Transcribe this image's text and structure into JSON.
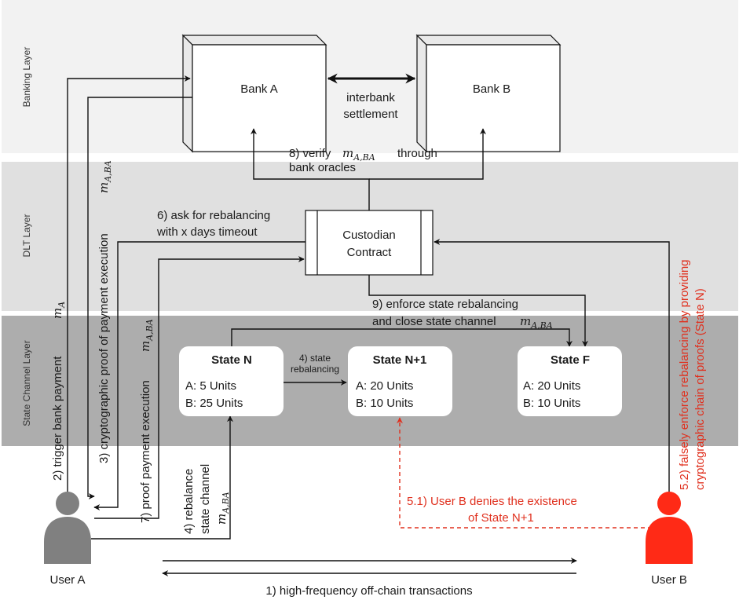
{
  "layers": {
    "banking": "Banking Layer",
    "dlt": "DLT Layer",
    "state_channel": "State Channel Layer"
  },
  "nodes": {
    "bank_a": "Bank A",
    "bank_b": "Bank B",
    "custodian_line1": "Custodian",
    "custodian_line2": "Contract",
    "user_a": "User A",
    "user_b": "User B"
  },
  "states": {
    "n": {
      "title": "State N",
      "a": "A: 5 Units",
      "b": "B: 25 Units"
    },
    "n1": {
      "title": "State N+1",
      "a": "A: 20 Units",
      "b": "B: 10 Units"
    },
    "f": {
      "title": "State F",
      "a": "A: 20 Units",
      "b": "B: 10 Units"
    }
  },
  "labels": {
    "interbank_line1": "interbank",
    "interbank_line2": "settlement",
    "step8_line1": "8) verify",
    "step8_math": "m_A,BA",
    "step8_line1b": "through",
    "step8_line2": "bank oracles",
    "step6_line1": "6) ask for rebalancing",
    "step6_line2": "with x days timeout",
    "step9_line1": "9) enforce state rebalancing",
    "step9_line2": "and close state channel",
    "step9_math": "m_A,BA",
    "step4_state_line1": "4) state",
    "step4_state_line2": "rebalancing",
    "step2": "2) trigger bank payment",
    "step2_math": "m_A",
    "step3": "3) cryptographic proof of payment execution",
    "step3_math": "m_A,BA",
    "step7": "7) proof payment execution",
    "step7_math": "m_A,BA",
    "step4_user_line1": "4) rebalance",
    "step4_user_line2": "state channel",
    "step4_user_math": "m_A,BA",
    "step51_line1": "5.1) User B denies the existence",
    "step51_line2": "of State N+1",
    "step52_line1": "5.2) falsely enforce rebalancing by providing",
    "step52_line2": "cryptographic chain of proofs (State N)",
    "step1": "1) high-frequency off-chain transactions"
  },
  "colors": {
    "banking_bg": "#f2f2f2",
    "dlt_bg": "#e0e0e0",
    "state_channel_bg": "#adadad",
    "user_a": "#808080",
    "user_b": "#ff2a16",
    "malicious_text": "#e0301e"
  }
}
